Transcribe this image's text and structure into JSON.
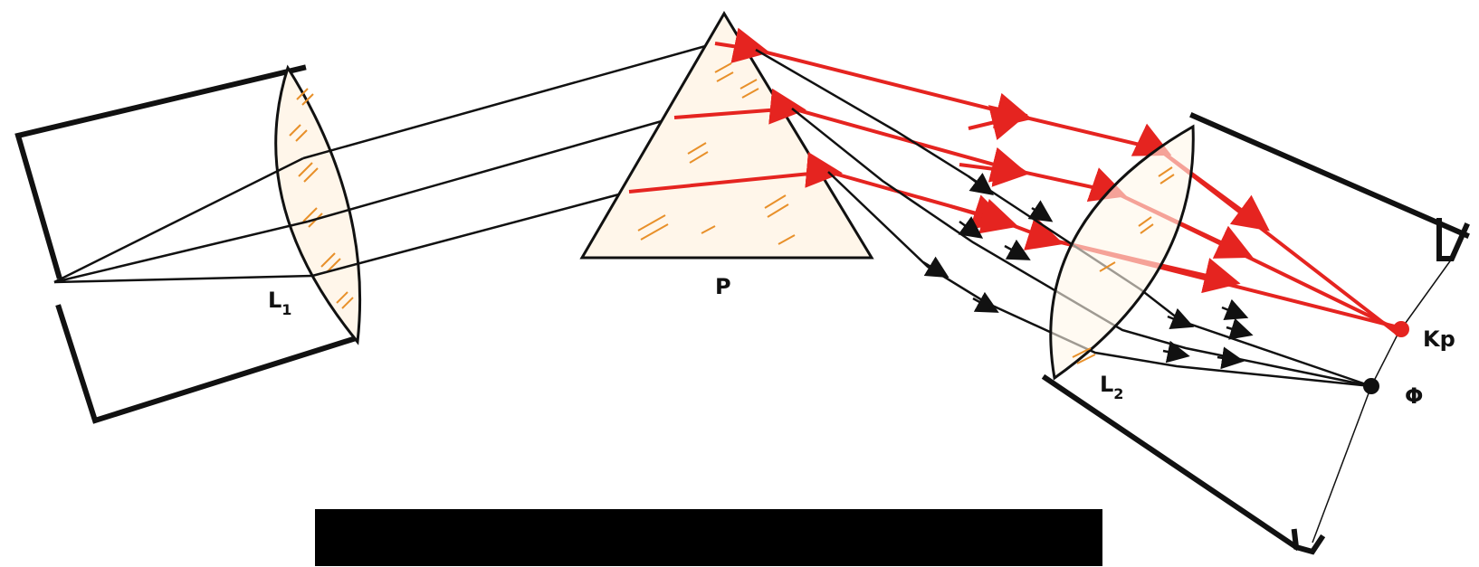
{
  "labels": {
    "lens1": "L",
    "lens1_sub": "1",
    "prism": "P",
    "lens2": "L",
    "lens2_sub": "2",
    "focus_red": "Kp",
    "focus_violet": "Φ"
  },
  "colors": {
    "ink": "#111111",
    "red_ray": "#e52420",
    "glass_hatch": "#e8902a",
    "background": "#ffffff",
    "redaction": "#000000"
  }
}
